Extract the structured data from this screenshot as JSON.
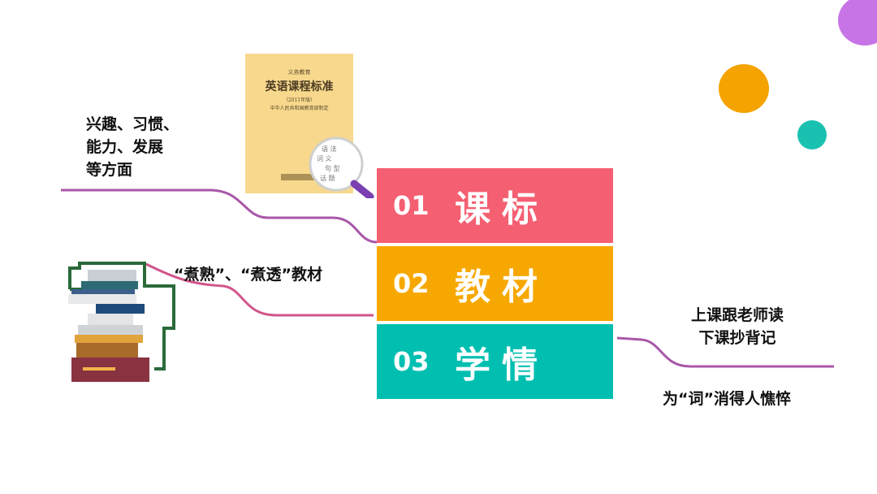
{
  "colors": {
    "bar1": "#f55f72",
    "bar2": "#f7a800",
    "bar3": "#00bfb1",
    "connector": "#a857a8",
    "circle_purple": "#c774e6",
    "circle_orange": "#f5a300",
    "circle_teal": "#19c1b0"
  },
  "book_cover": {
    "title_small": "义务教育",
    "title": "英语课程标准",
    "edition": "（2011年版）",
    "publisher": "中华人民共和国教育部制定"
  },
  "sections": [
    {
      "num": "01",
      "label": "课标"
    },
    {
      "num": "02",
      "label": "教材"
    },
    {
      "num": "03",
      "label": "学情"
    }
  ],
  "notes": {
    "interest_line1": "兴趣、习惯、",
    "interest_line2": "能力、发展",
    "interest_line3": "等方面",
    "textbook": "“煮熟”、“煮透”教材",
    "study_line1": "上课跟老师读",
    "study_line2": "下课抄背记",
    "vocab": "为“词”消得人憔悴"
  }
}
